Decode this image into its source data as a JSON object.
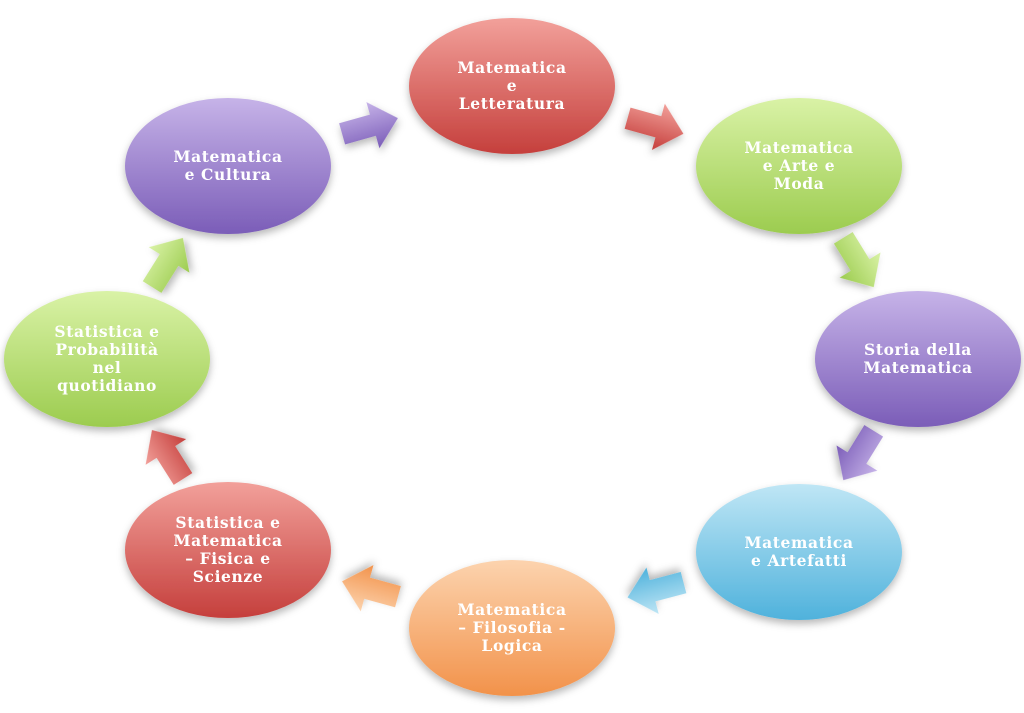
{
  "diagram": {
    "nodes": [
      {
        "id": "letteratura",
        "lines": [
          "Matematica",
          "e",
          "Letteratura"
        ],
        "color_light": "#f2a09a",
        "color_dark": "#c53f3c"
      },
      {
        "id": "arte-moda",
        "lines": [
          "Matematica",
          "e Arte e",
          "Moda"
        ],
        "color_light": "#d9f2a6",
        "color_dark": "#9ccc4f"
      },
      {
        "id": "storia",
        "lines": [
          "Storia della",
          "Matematica"
        ],
        "color_light": "#c6b3e8",
        "color_dark": "#7b5db8"
      },
      {
        "id": "artefatti",
        "lines": [
          "Matematica",
          "e Artefatti"
        ],
        "color_light": "#bfe6f5",
        "color_dark": "#4fb2dc"
      },
      {
        "id": "filosofia-logica",
        "lines": [
          "Matematica",
          "– Filosofia -",
          "Logica"
        ],
        "color_light": "#fcd3ae",
        "color_dark": "#f2924a"
      },
      {
        "id": "fisica-scienze",
        "lines": [
          "Statistica e",
          "Matematica",
          "– Fisica e",
          "Scienze"
        ],
        "color_light": "#f2a09a",
        "color_dark": "#c53f3c"
      },
      {
        "id": "statistica-probabilita",
        "lines": [
          "Statistica e",
          "Probabilità",
          "nel",
          "quotidiano"
        ],
        "color_light": "#d9f2a6",
        "color_dark": "#9ccc4f"
      },
      {
        "id": "cultura",
        "lines": [
          "Matematica",
          "e Cultura"
        ],
        "color_light": "#c6b3e8",
        "color_dark": "#7b5db8"
      }
    ],
    "arrows": [
      {
        "from": "letteratura",
        "to": "arte-moda",
        "color_light": "#f2a09a",
        "color_dark": "#c53f3c"
      },
      {
        "from": "arte-moda",
        "to": "storia",
        "color_light": "#d9f2a6",
        "color_dark": "#9ccc4f"
      },
      {
        "from": "storia",
        "to": "artefatti",
        "color_light": "#c6b3e8",
        "color_dark": "#7b5db8"
      },
      {
        "from": "artefatti",
        "to": "filosofia-logica",
        "color_light": "#bfe6f5",
        "color_dark": "#4fb2dc"
      },
      {
        "from": "filosofia-logica",
        "to": "fisica-scienze",
        "color_light": "#fcd3ae",
        "color_dark": "#f2924a"
      },
      {
        "from": "fisica-scienze",
        "to": "statistica-probabilita",
        "color_light": "#f2a09a",
        "color_dark": "#c53f3c"
      },
      {
        "from": "statistica-probabilita",
        "to": "cultura",
        "color_light": "#d9f2a6",
        "color_dark": "#9ccc4f"
      },
      {
        "from": "cultura",
        "to": "letteratura",
        "color_light": "#c6b3e8",
        "color_dark": "#7b5db8"
      }
    ]
  }
}
